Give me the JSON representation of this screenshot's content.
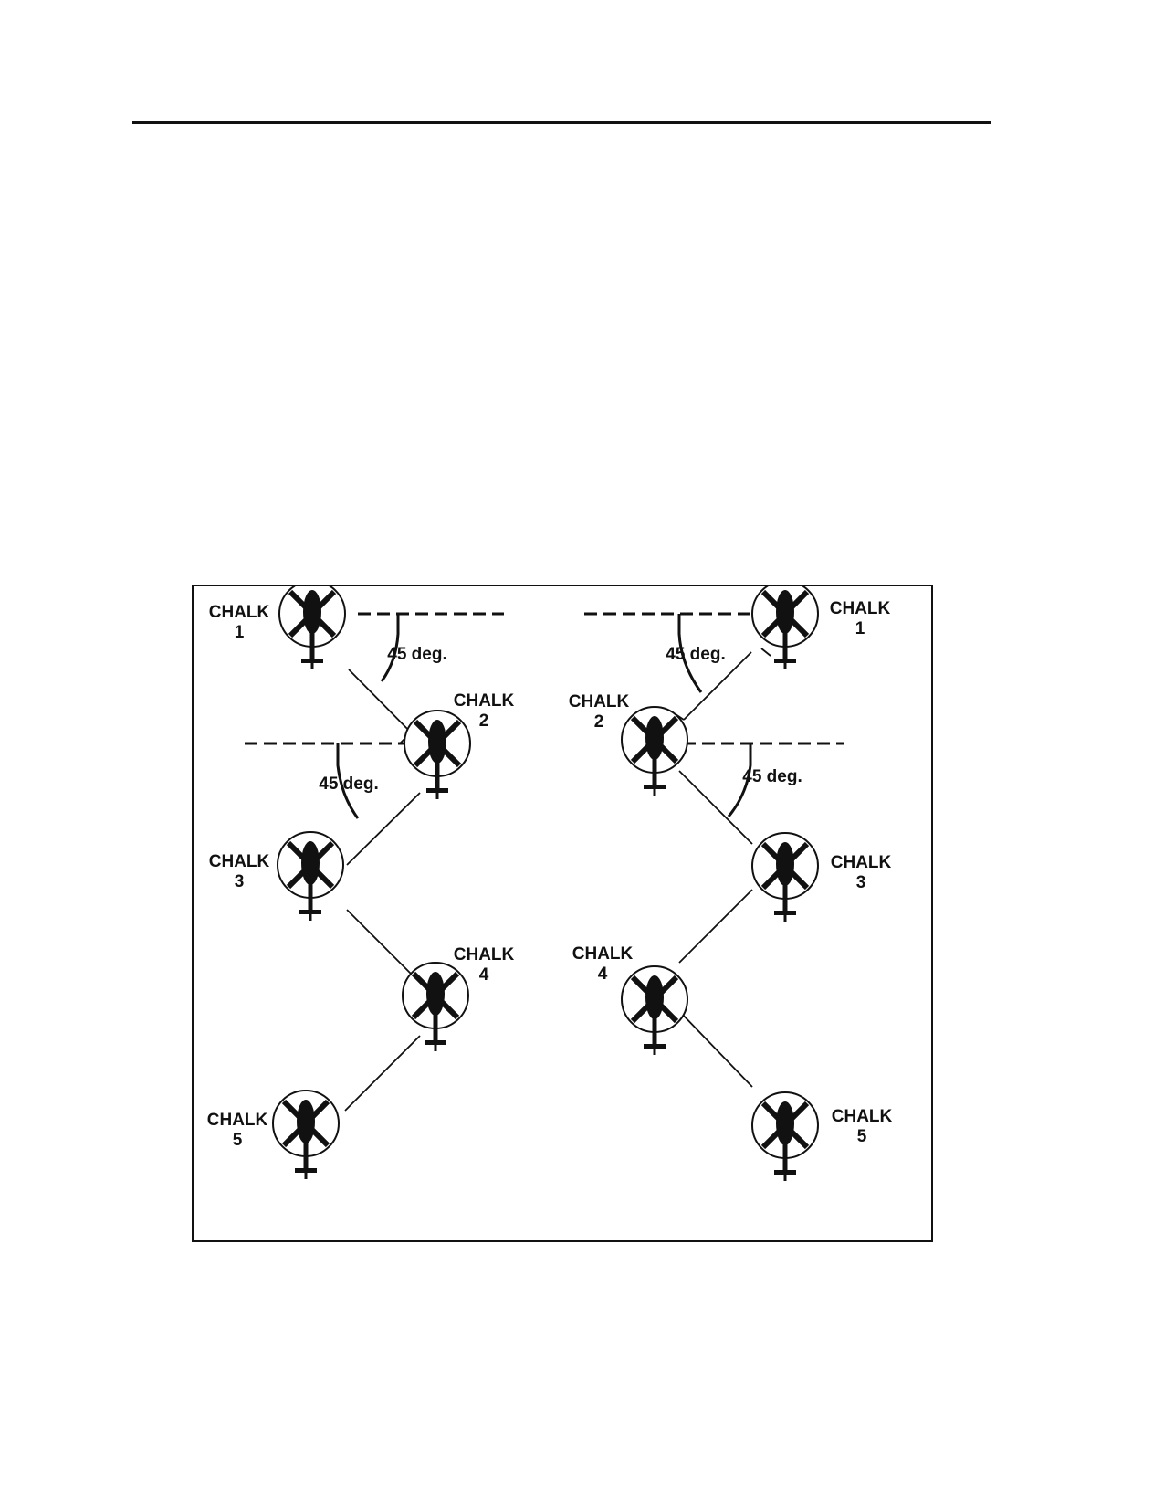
{
  "figure": {
    "left_formation": {
      "chalks": [
        {
          "line1": "CHALK",
          "line2": "1"
        },
        {
          "line1": "CHALK",
          "line2": "2"
        },
        {
          "line1": "CHALK",
          "line2": "3"
        },
        {
          "line1": "CHALK",
          "line2": "4"
        },
        {
          "line1": "CHALK",
          "line2": "5"
        }
      ],
      "angles": [
        "45 deg.",
        "45 deg."
      ]
    },
    "right_formation": {
      "chalks": [
        {
          "line1": "CHALK",
          "line2": "1"
        },
        {
          "line1": "CHALK",
          "line2": "2"
        },
        {
          "line1": "CHALK",
          "line2": "3"
        },
        {
          "line1": "CHALK",
          "line2": "4"
        },
        {
          "line1": "CHALK",
          "line2": "5"
        }
      ],
      "angles": [
        "45 deg.",
        "45 deg."
      ]
    },
    "icon": "helicopter-rotor-icon",
    "colors": {
      "ink": "#111111",
      "paper": "#ffffff"
    }
  }
}
